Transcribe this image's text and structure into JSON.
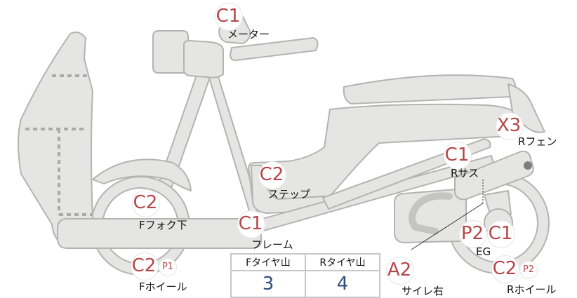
{
  "badges": {
    "meter": {
      "code": "C1",
      "label": "メーター"
    },
    "r_fender": {
      "code": "X3",
      "label": "Rフェン"
    },
    "r_suspension": {
      "code": "C1",
      "label": "Rサス"
    },
    "step": {
      "code": "C2",
      "label": "ステップ"
    },
    "f_fork_lower": {
      "code": "C2",
      "label": "Fフォク下"
    },
    "frame": {
      "code": "C1",
      "label": "フレーム"
    },
    "engine": {
      "codes": [
        "P2",
        "C1"
      ],
      "label": "EG"
    },
    "f_wheel": {
      "code": "C2",
      "sub": "P1",
      "label": "Fホイール"
    },
    "muffler_right": {
      "code": "A2",
      "label": "サイレ右"
    },
    "r_wheel": {
      "code": "C2",
      "sub": "P2",
      "label": "Rホイール"
    }
  },
  "table": {
    "headers": [
      "Fタイヤ山",
      "Rタイヤ山"
    ],
    "values": [
      "3",
      "4"
    ]
  },
  "colors": {
    "code_text": "#b5474a",
    "value_text": "#2f4e7e",
    "part_fill": "#e5e5e3",
    "part_stroke": "#b3b3b1"
  }
}
